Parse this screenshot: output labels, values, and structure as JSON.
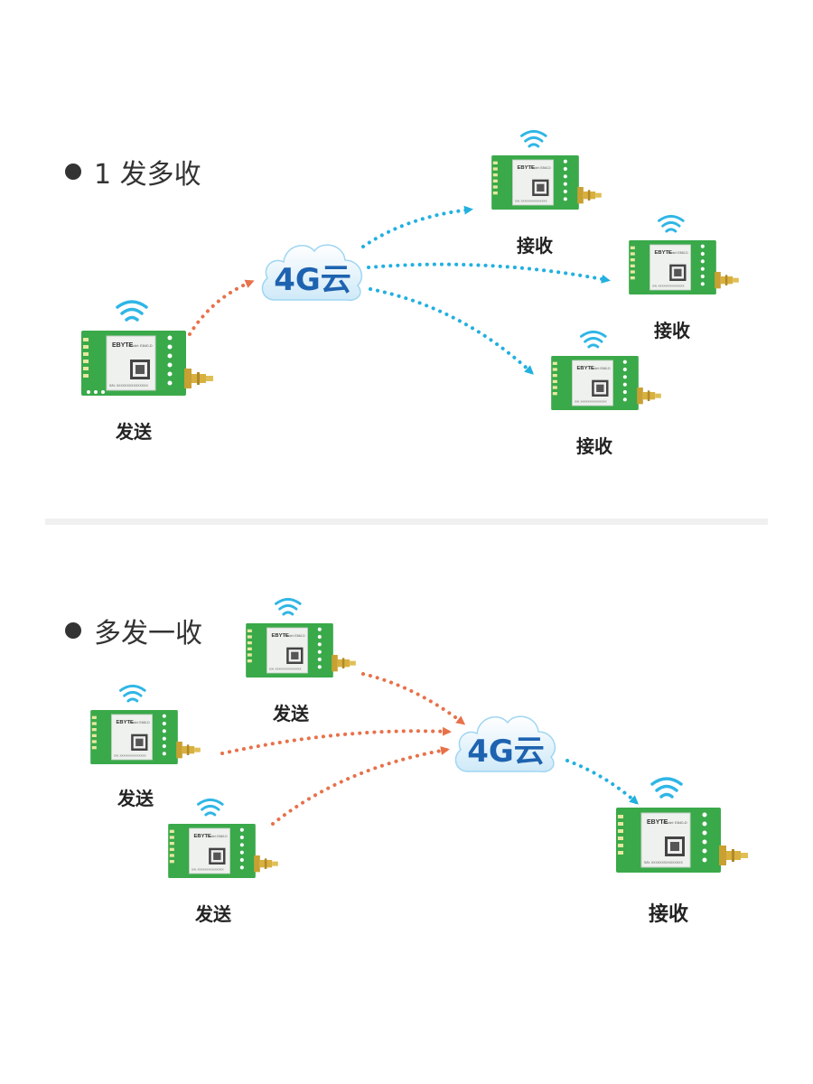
{
  "section1": {
    "title": "1 发多收",
    "cloud_label": "4G云",
    "sender_label": "发送",
    "receiver_labels": [
      "接收",
      "接收",
      "接收"
    ]
  },
  "section2": {
    "title": "多发一收",
    "cloud_label": "4G云",
    "sender_labels": [
      "发送",
      "发送",
      "发送"
    ],
    "receiver_label": "接收"
  },
  "module": {
    "brand": "EBYTE",
    "model": "Model: E840-D",
    "serial": "S/N: XXXXXXXXXXXXXXX"
  },
  "colors": {
    "send_arrow": "#e8714a",
    "receive_arrow": "#22b0e0",
    "board": "#3aa94a",
    "wifi": "#2fb6e6"
  }
}
